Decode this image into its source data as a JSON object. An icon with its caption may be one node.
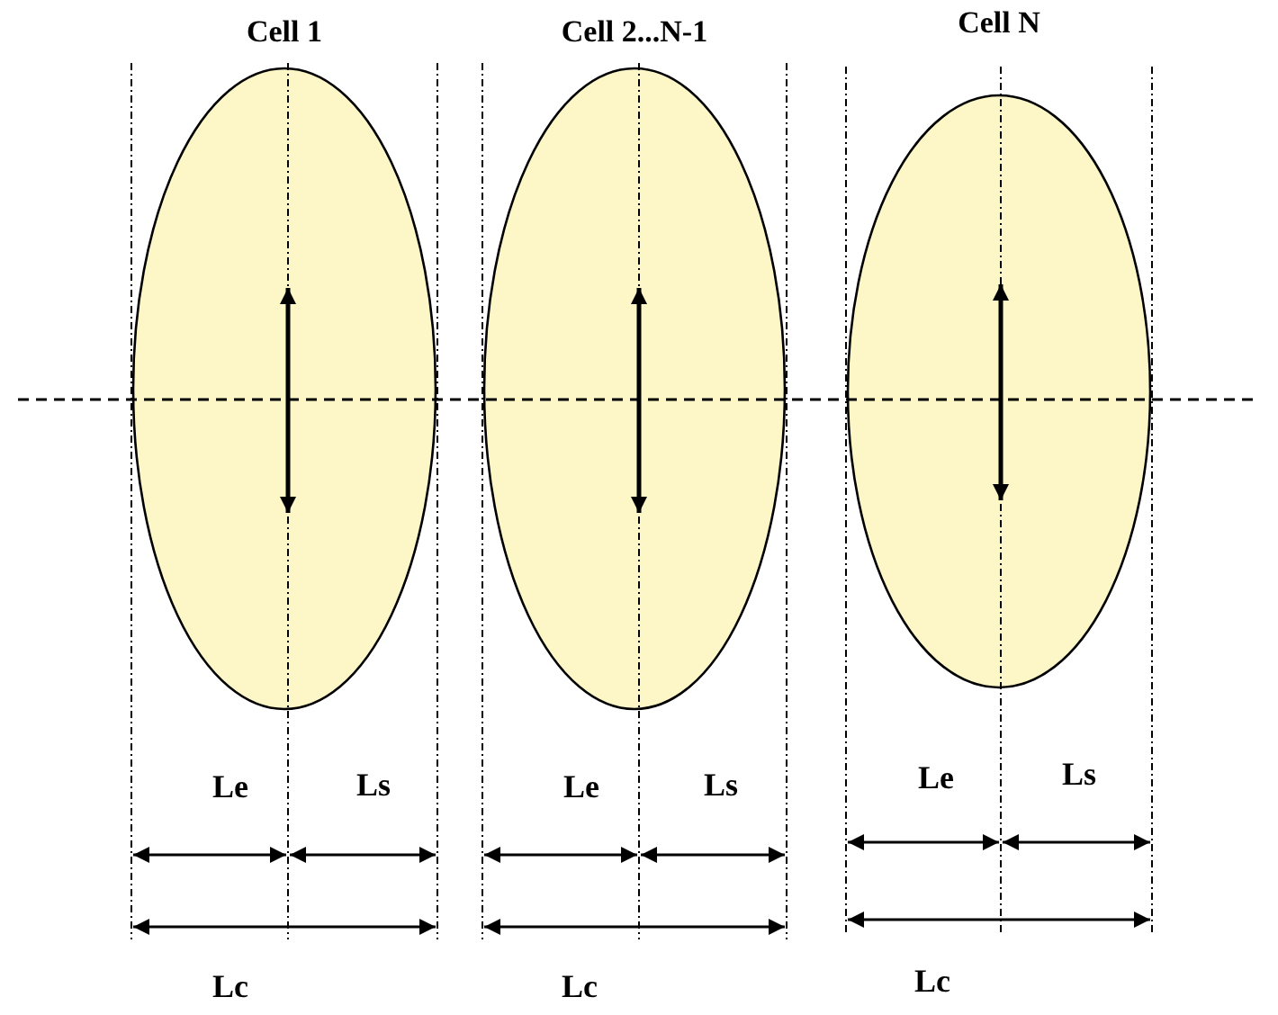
{
  "diagram": {
    "nodes": [
      {
        "text": [
          "Cell 1"
        ]
      },
      {
        "text": [
          "Cell 2...N-1"
        ]
      },
      {
        "text": [
          "Cell N"
        ]
      }
    ],
    "labels": [
      "Le",
      "Ls",
      "Le",
      "Ls",
      "Le",
      "Ls",
      "Lc",
      "Lc",
      "Lc"
    ]
  }
}
